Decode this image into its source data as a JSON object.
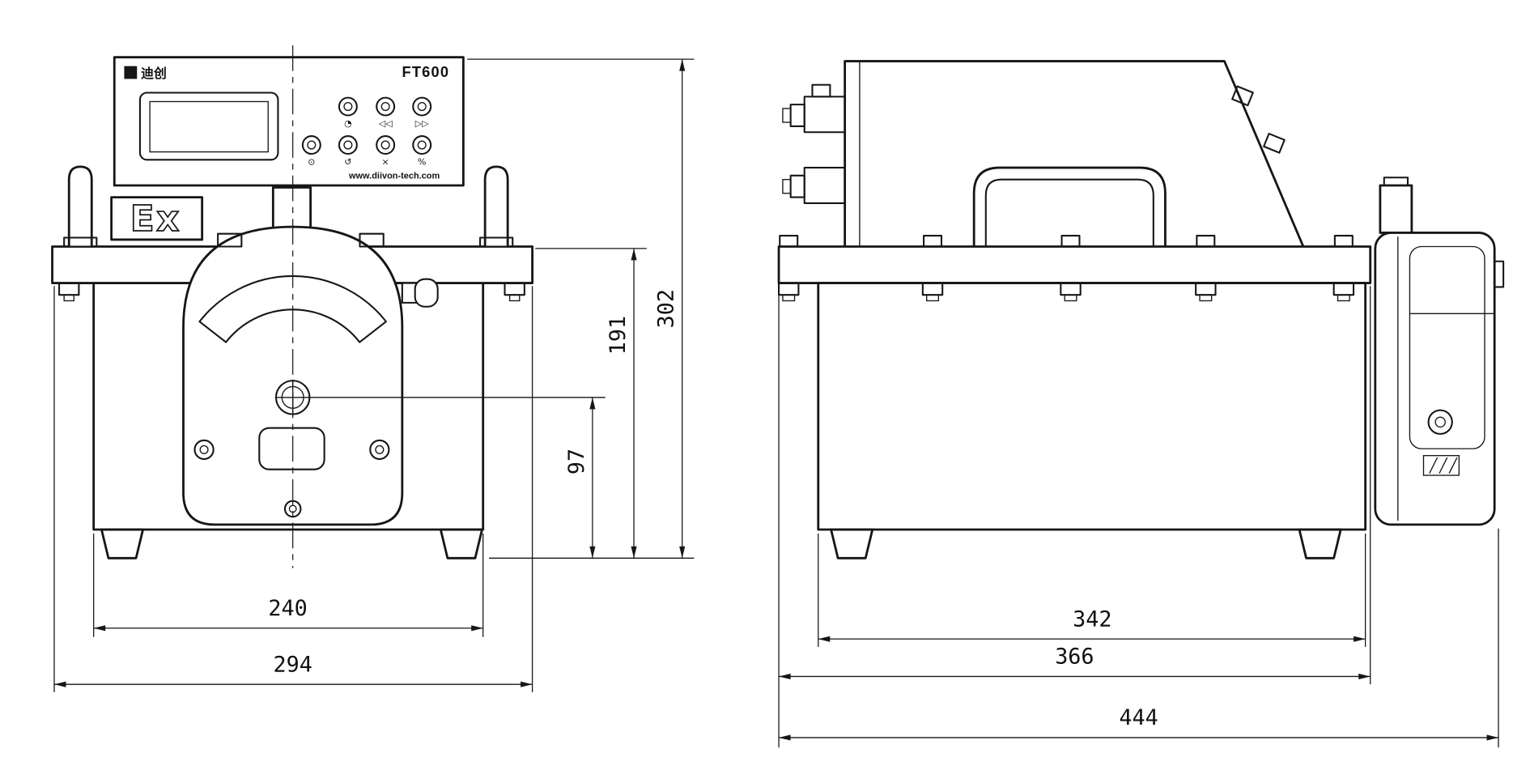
{
  "front_view": {
    "panel": {
      "brand": "迪创",
      "model": "FT600",
      "website": "www.diivon-tech.com",
      "buttons_top": [
        "◔",
        "◁◁",
        "▷▷"
      ],
      "buttons_bottom": [
        "⊙",
        "↺",
        "×",
        "%"
      ]
    },
    "ex_label": "Ex"
  },
  "dimensions": {
    "front": {
      "inner_width": "240",
      "outer_width": "294",
      "total_height": "302",
      "flange_to_base": "191",
      "axis_to_base": "97"
    },
    "side": {
      "body_width": "342",
      "flange_width": "366",
      "total_width": "444"
    }
  }
}
